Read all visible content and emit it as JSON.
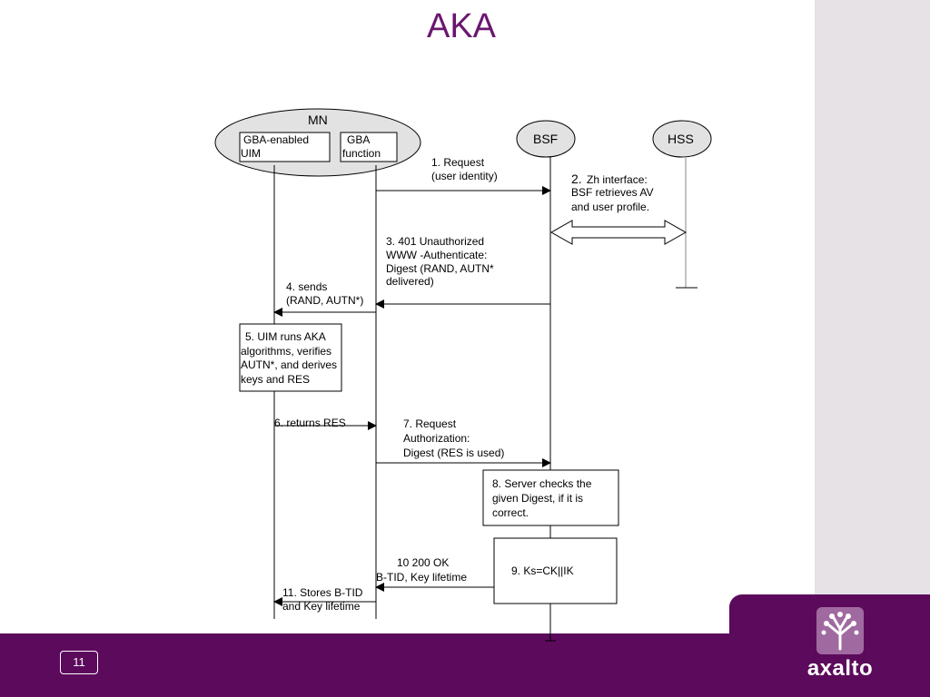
{
  "slide": {
    "title": "AKA",
    "page_number": "11",
    "logo_text": "axalto"
  },
  "diagram": {
    "mn": {
      "label": "MN",
      "uim_box": [
        "GBA-enabled",
        "UIM"
      ],
      "gba_box": [
        "GBA",
        "function"
      ]
    },
    "bsf": "BSF",
    "hss": "HSS",
    "steps": {
      "s1": [
        "1. Request",
        "(user identity)"
      ],
      "s2_number": "2.",
      "s2": [
        "Zh interface:",
        "BSF retrieves AV",
        "and user profile."
      ],
      "s3": [
        "3. 401 Unauthorized",
        "WWW -Authenticate:",
        "Digest (RAND, AUTN*",
        "delivered)"
      ],
      "s4": [
        "4. sends",
        "(RAND, AUTN*)"
      ],
      "s5": [
        "5. UIM runs AKA",
        "algorithms, verifies",
        "AUTN*, and derives",
        "keys and RES"
      ],
      "s6": "6. returns RES",
      "s7": [
        "7. Request",
        "Authorization:",
        "Digest (RES is used)"
      ],
      "s8": [
        "8. Server checks the",
        "given Digest, if it is",
        "correct."
      ],
      "s9": "9. Ks=CK||IK",
      "s10": [
        "10   200 OK",
        "B-TID, Key lifetime"
      ],
      "s11": [
        "11. Stores B-TID",
        "and Key lifetime"
      ]
    }
  },
  "colors": {
    "brand_purple": "#5c0a5c",
    "title_purple": "#6a1670",
    "panel_grey": "#e6e2e6"
  }
}
